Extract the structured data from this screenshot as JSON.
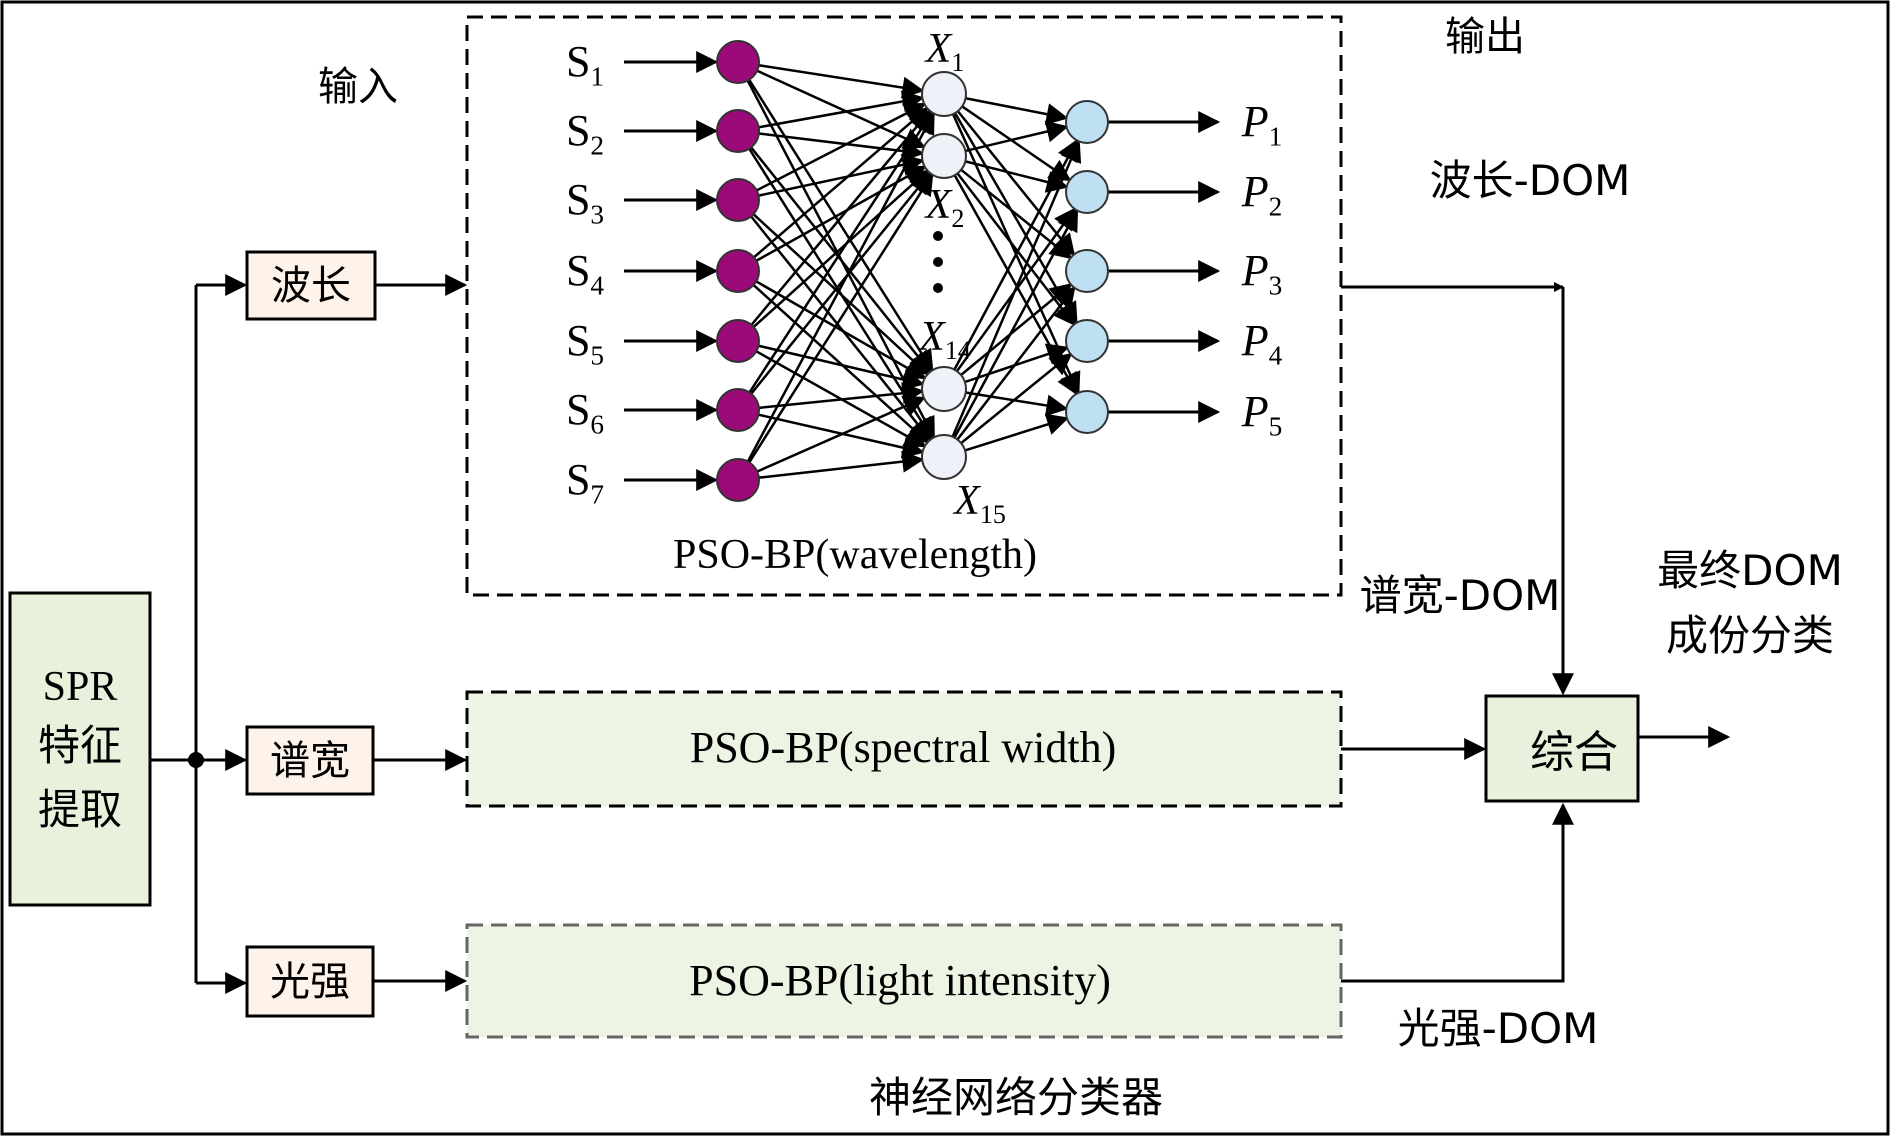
{
  "labels": {
    "input": "输入",
    "output": "输出",
    "neural_network_classifier": "神经网络分类器",
    "spr_line1": "SPR",
    "spr_line2": "特征",
    "spr_line3": "提取",
    "wavelength": "波长",
    "spectral_width": "谱宽",
    "light_intensity": "光强",
    "combine": "综合",
    "wavelength_dom": "波长-DOM",
    "spectral_width_dom": "谱宽-DOM",
    "light_intensity_dom": "光强-DOM",
    "final_dom_line1": "最终DOM",
    "final_dom_line2": "成份分类",
    "pso_bp_wavelength": "PSO-BP(wavelength)",
    "pso_bp_spectral_width": "PSO-BP(spectral width)",
    "pso_bp_light_intensity": "PSO-BP(light intensity)"
  },
  "network": {
    "input_nodes": [
      {
        "base": "S",
        "sub": "1"
      },
      {
        "base": "S",
        "sub": "2"
      },
      {
        "base": "S",
        "sub": "3"
      },
      {
        "base": "S",
        "sub": "4"
      },
      {
        "base": "S",
        "sub": "5"
      },
      {
        "base": "S",
        "sub": "6"
      },
      {
        "base": "S",
        "sub": "7"
      }
    ],
    "hidden_nodes": [
      {
        "base": "X",
        "sub": "1"
      },
      {
        "base": "X",
        "sub": "2"
      },
      {
        "base": "X",
        "sub": "14"
      },
      {
        "base": "X",
        "sub": "15"
      }
    ],
    "output_nodes": [
      {
        "base": "P",
        "sub": "1"
      },
      {
        "base": "P",
        "sub": "2"
      },
      {
        "base": "P",
        "sub": "3"
      },
      {
        "base": "P",
        "sub": "4"
      },
      {
        "base": "P",
        "sub": "5"
      }
    ]
  },
  "colors": {
    "input_node": "#9b0a78",
    "hidden_node": "#eef2f8",
    "output_node": "#bfe0f2",
    "branch_box_fill": "#fdf3ea",
    "pso_box_fill": "#eef4e3",
    "spr_box_fill": "#e8f1dc",
    "combine_box_fill": "#e8f1dc"
  }
}
